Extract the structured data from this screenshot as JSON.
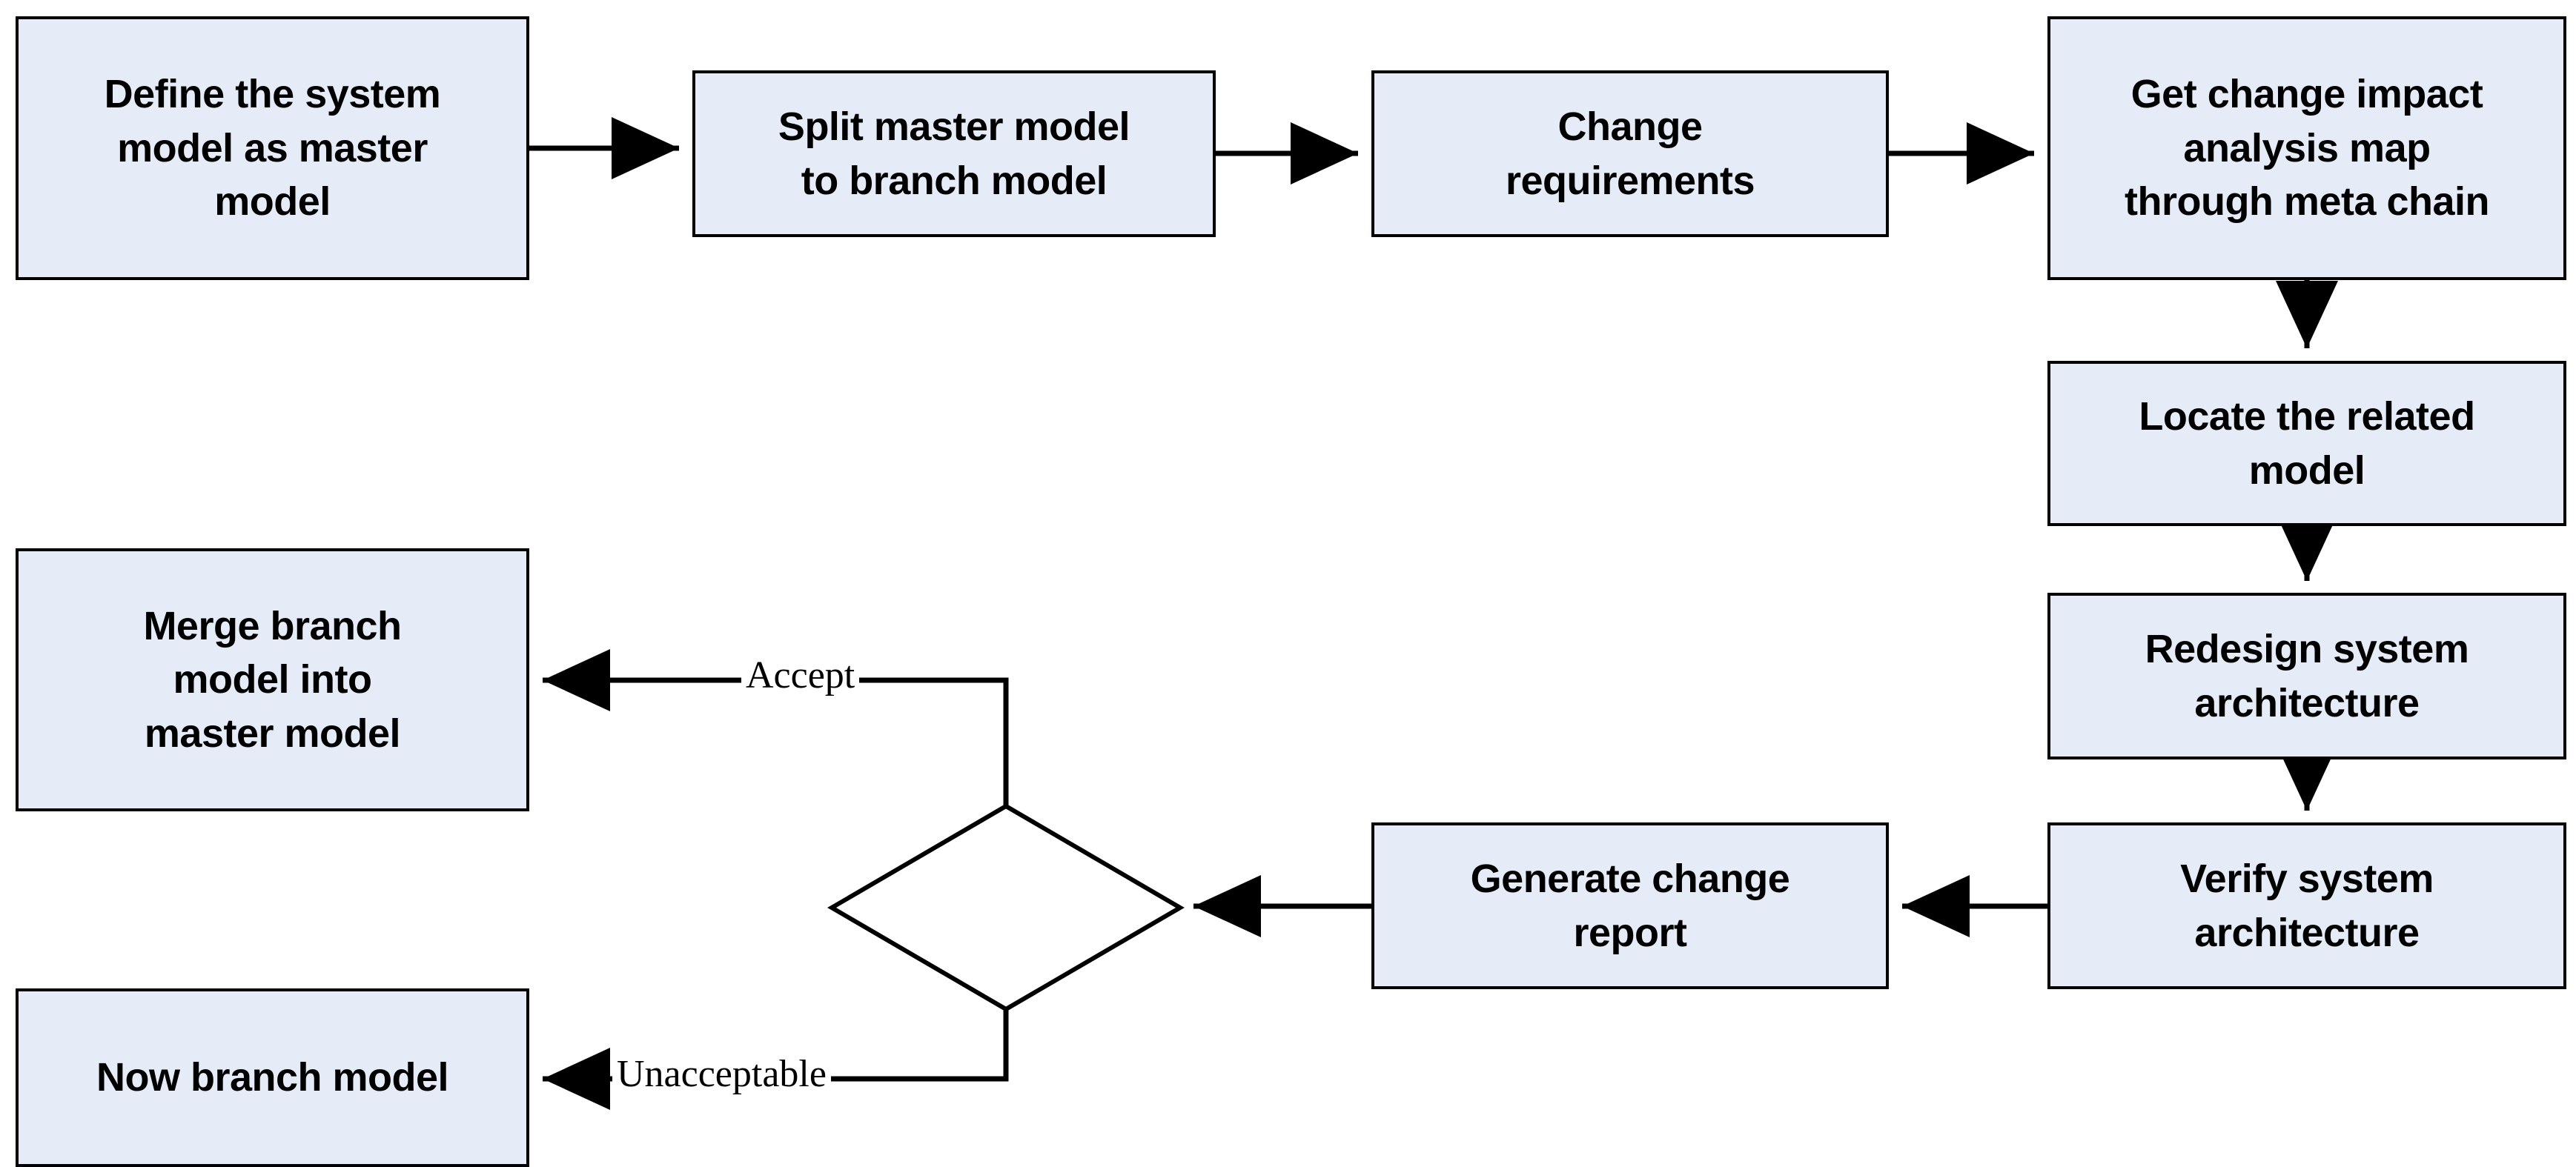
{
  "diagram": {
    "type": "flowchart",
    "title": "",
    "background_color": "#ffffff",
    "node_fill_color": "#e6ecf7",
    "node_border_color": "#000000",
    "connector_color": "#000000",
    "nodes": [
      {
        "id": "define-master-model",
        "shape": "rectangle",
        "label": "Define the system\nmodel as master\nmodel"
      },
      {
        "id": "split-master-model",
        "shape": "rectangle",
        "label": "Split master model\nto branch model"
      },
      {
        "id": "change-requirements",
        "shape": "rectangle",
        "label": "Change\nrequirements"
      },
      {
        "id": "get-change-impact-map",
        "shape": "rectangle",
        "label": "Get change impact\nanalysis map\nthrough meta chain"
      },
      {
        "id": "locate-related-model",
        "shape": "rectangle",
        "label": "Locate the related\nmodel"
      },
      {
        "id": "redesign-architecture",
        "shape": "rectangle",
        "label": "Redesign system\narchitecture"
      },
      {
        "id": "verify-architecture",
        "shape": "rectangle",
        "label": "Verify system\narchitecture"
      },
      {
        "id": "generate-change-report",
        "shape": "rectangle",
        "label": "Generate change\nreport"
      },
      {
        "id": "decision",
        "shape": "diamond",
        "label": ""
      },
      {
        "id": "merge-branch-model",
        "shape": "rectangle",
        "label": "Merge branch\nmodel  into\nmaster model"
      },
      {
        "id": "now-branch-model",
        "shape": "rectangle",
        "label": "Now branch model"
      }
    ],
    "edges": [
      {
        "from": "define-master-model",
        "to": "split-master-model",
        "label": ""
      },
      {
        "from": "split-master-model",
        "to": "change-requirements",
        "label": ""
      },
      {
        "from": "change-requirements",
        "to": "get-change-impact-map",
        "label": ""
      },
      {
        "from": "get-change-impact-map",
        "to": "locate-related-model",
        "label": ""
      },
      {
        "from": "locate-related-model",
        "to": "redesign-architecture",
        "label": ""
      },
      {
        "from": "redesign-architecture",
        "to": "verify-architecture",
        "label": ""
      },
      {
        "from": "verify-architecture",
        "to": "generate-change-report",
        "label": ""
      },
      {
        "from": "generate-change-report",
        "to": "decision",
        "label": ""
      },
      {
        "from": "decision",
        "to": "merge-branch-model",
        "label": "Accept"
      },
      {
        "from": "decision",
        "to": "now-branch-model",
        "label": "Unacceptable"
      }
    ],
    "edge_labels": {
      "accept": "Accept",
      "unacceptable": "Unacceptable"
    }
  }
}
